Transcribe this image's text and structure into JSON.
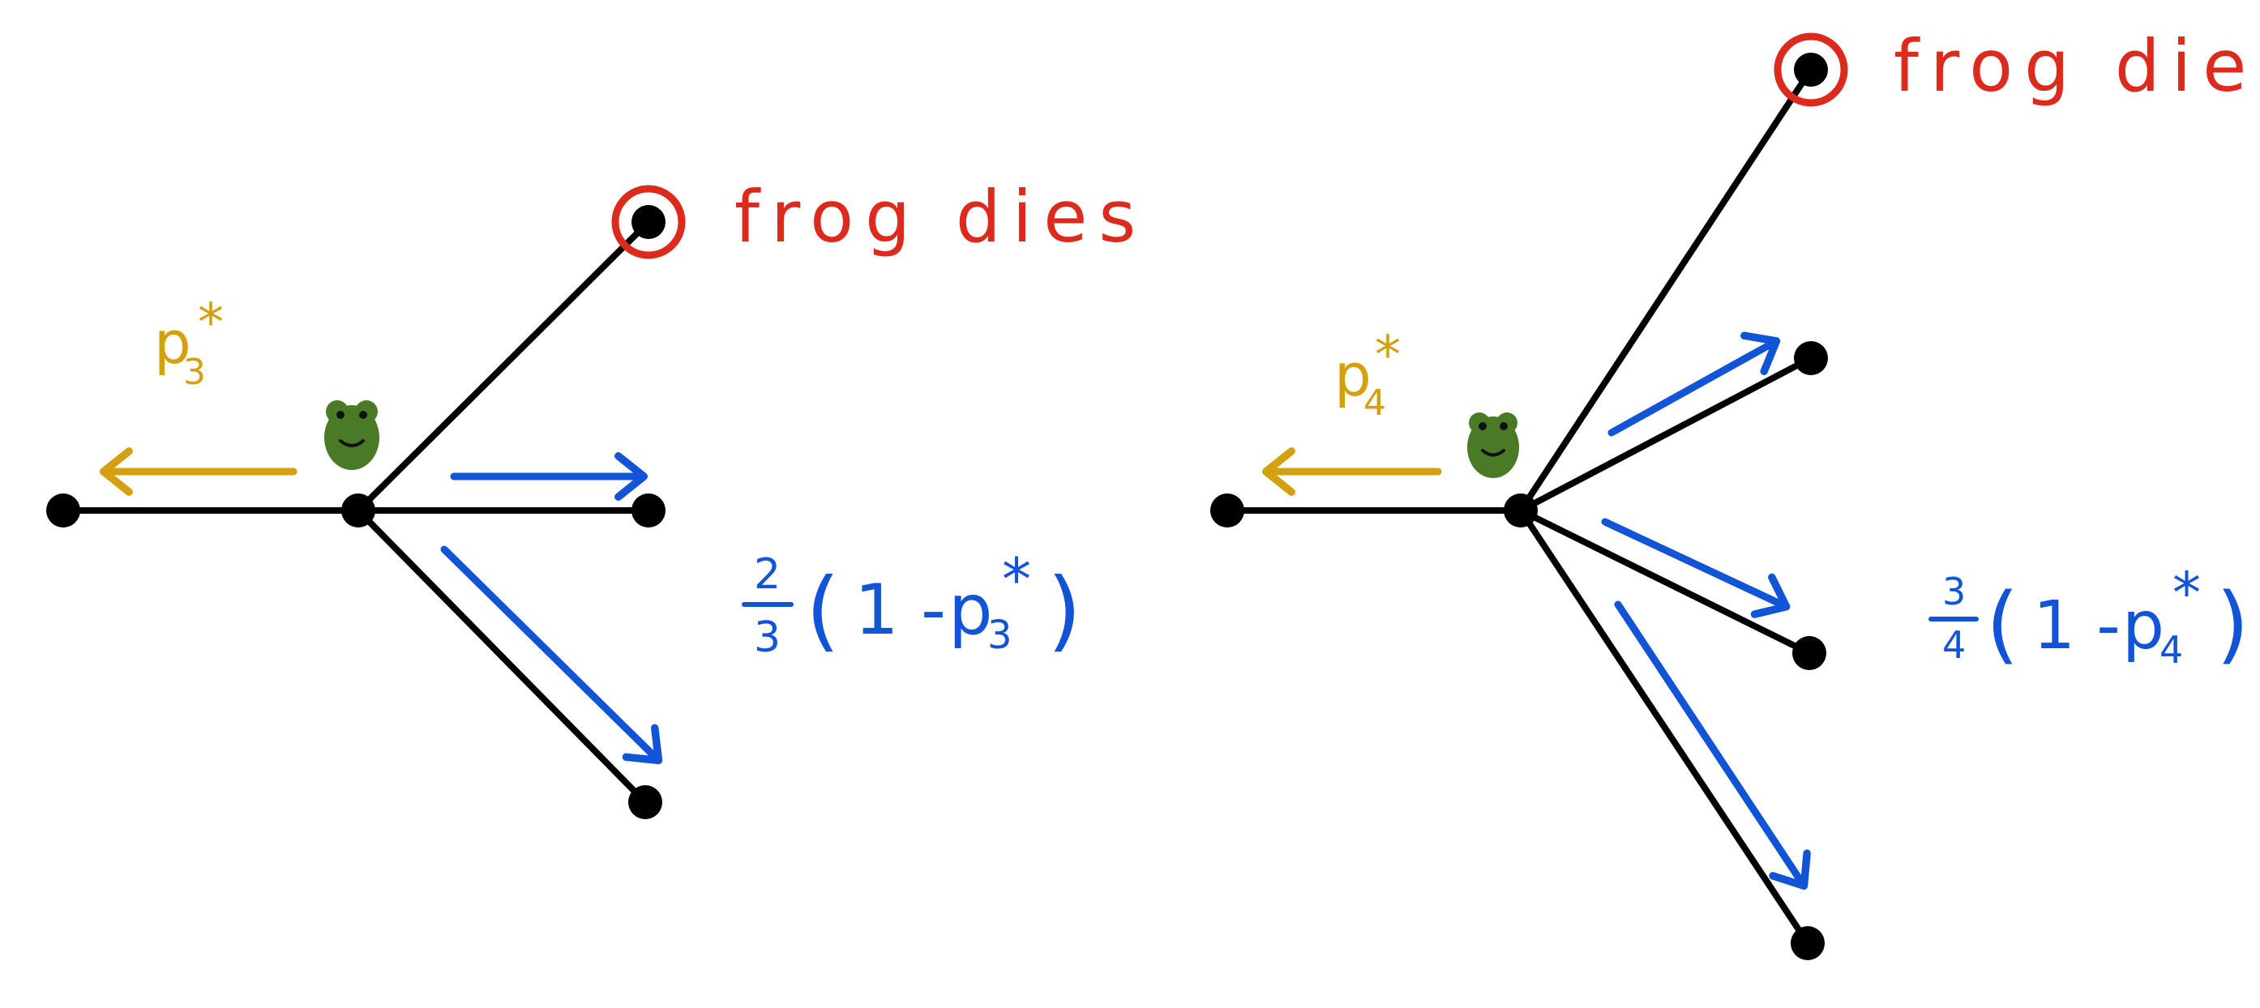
{
  "colors": {
    "edges": "#000000",
    "death": "#dc2a1c",
    "backward_arrow": "#d4a00f",
    "forward_arrows": "#1155d6",
    "frog": "#4a7a25"
  },
  "left_diagram": {
    "death_label": "frog dies",
    "back_prob": {
      "base": "p",
      "sub": "3",
      "sup": "*"
    },
    "forward_prob": {
      "frac_num": "2",
      "frac_den": "3",
      "open": "(",
      "one_minus": "1 -",
      "base": "p",
      "sub": "3",
      "sup": "*",
      "close": ")"
    },
    "frog_icon": "frog-icon"
  },
  "right_diagram": {
    "death_label": "frog dies",
    "back_prob": {
      "base": "p",
      "sub": "4",
      "sup": "*"
    },
    "forward_prob": {
      "frac_num": "3",
      "frac_den": "4",
      "open": "(",
      "one_minus": "1 -",
      "base": "p",
      "sub": "4",
      "sup": "*",
      "close": ")"
    },
    "frog_icon": "frog-icon"
  }
}
